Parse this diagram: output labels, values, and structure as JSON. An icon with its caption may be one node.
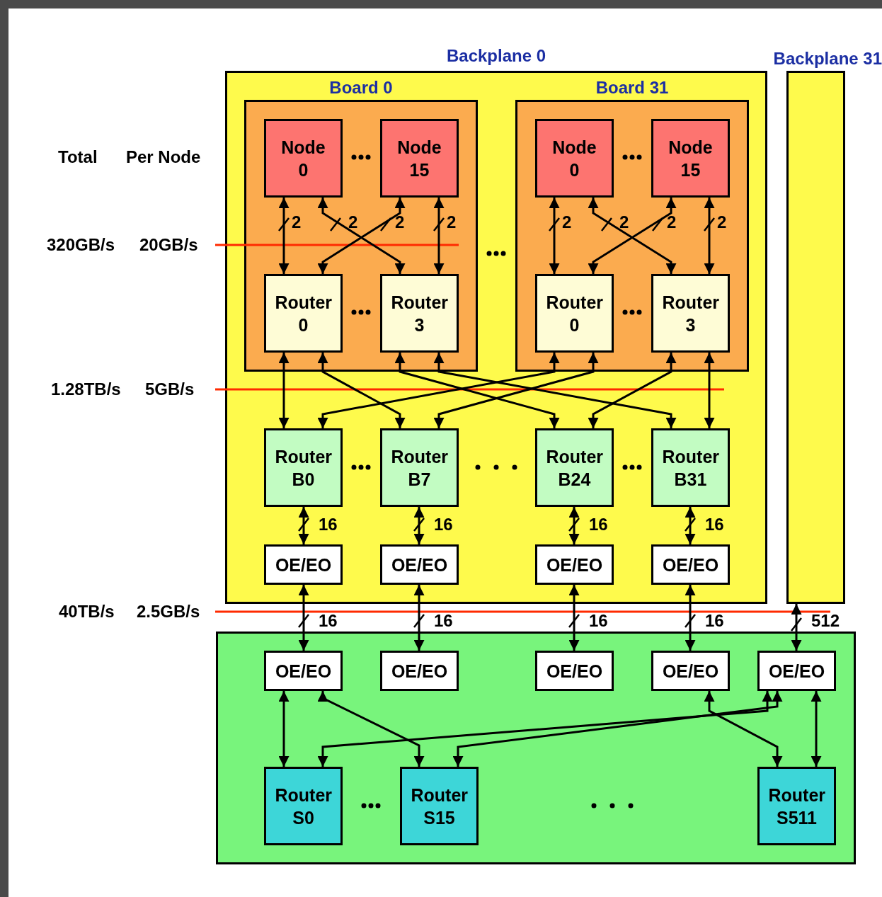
{
  "diagram": {
    "nodes": [
      {
        "text": [
          "Backplane 0"
        ]
      },
      {
        "text": [
          "Board 0"
        ],
        "in": 0
      },
      {
        "text": [
          "Node 0"
        ],
        "in": 1
      },
      {
        "text": [
          "Node 15"
        ],
        "in": 1
      },
      {
        "text": [
          "Router 0"
        ],
        "in": 1
      },
      {
        "text": [
          "Router 3"
        ],
        "in": 1
      },
      {
        "text": [
          "Board 31"
        ],
        "in": 0
      },
      {
        "text": [
          "Node 0"
        ],
        "in": 6
      },
      {
        "text": [
          "Node 15"
        ],
        "in": 6
      },
      {
        "text": [
          "Router 0"
        ],
        "in": 6
      },
      {
        "text": [
          "Router 3"
        ],
        "in": 6
      },
      {
        "text": [
          "Router B0"
        ],
        "in": 0
      },
      {
        "text": [
          "Router B7"
        ],
        "in": 0
      },
      {
        "text": [
          "Router B24"
        ],
        "in": 0
      },
      {
        "text": [
          "Router B31"
        ],
        "in": 0
      },
      {
        "text": [
          "OE/EO"
        ],
        "in": 0
      },
      {
        "text": [
          "OE/EO"
        ],
        "in": 0
      },
      {
        "text": [
          "OE/EO"
        ],
        "in": 0
      },
      {
        "text": [
          "OE/EO"
        ],
        "in": 0
      },
      {
        "text": [
          "Backplane 31"
        ]
      },
      {
        "text": [],
        "shape": "box"
      },
      {
        "text": [
          "OE/EO"
        ],
        "in": 20
      },
      {
        "text": [
          "OE/EO"
        ],
        "in": 20
      },
      {
        "text": [
          "OE/EO"
        ],
        "in": 20
      },
      {
        "text": [
          "OE/EO"
        ],
        "in": 20
      },
      {
        "text": [
          "OE/EO"
        ],
        "in": 20
      },
      {
        "text": [
          "Router S0"
        ],
        "in": 20
      },
      {
        "text": [
          "Router S15"
        ],
        "in": 20
      },
      {
        "text": [
          "Router S511"
        ],
        "in": 20
      }
    ],
    "edges": [
      {
        "from": 2,
        "to": 4,
        "arrow": "both",
        "label": "2"
      },
      {
        "from": 2,
        "to": 5,
        "arrow": "both",
        "label": "2"
      },
      {
        "from": 3,
        "to": 4,
        "arrow": "both",
        "label": "2"
      },
      {
        "from": 3,
        "to": 5,
        "arrow": "both",
        "label": "2"
      },
      {
        "from": 7,
        "to": 9,
        "arrow": "both",
        "label": "2"
      },
      {
        "from": 7,
        "to": 10,
        "arrow": "both",
        "label": "2"
      },
      {
        "from": 8,
        "to": 9,
        "arrow": "both",
        "label": "2"
      },
      {
        "from": 8,
        "to": 10,
        "arrow": "both",
        "label": "2"
      },
      {
        "from": 4,
        "to": 11,
        "arrow": "both"
      },
      {
        "from": 4,
        "to": 12,
        "arrow": "both"
      },
      {
        "from": 5,
        "to": 13,
        "arrow": "both"
      },
      {
        "from": 5,
        "to": 14,
        "arrow": "both"
      },
      {
        "from": 9,
        "to": 11,
        "arrow": "both"
      },
      {
        "from": 9,
        "to": 12,
        "arrow": "both"
      },
      {
        "from": 10,
        "to": 13,
        "arrow": "both"
      },
      {
        "from": 10,
        "to": 14,
        "arrow": "both"
      },
      {
        "from": 11,
        "to": 15,
        "arrow": "both",
        "label": "16"
      },
      {
        "from": 12,
        "to": 16,
        "arrow": "both",
        "label": "16"
      },
      {
        "from": 13,
        "to": 17,
        "arrow": "both",
        "label": "16"
      },
      {
        "from": 14,
        "to": 18,
        "arrow": "both",
        "label": "16"
      },
      {
        "from": 15,
        "to": 21,
        "arrow": "both",
        "label": "16"
      },
      {
        "from": 16,
        "to": 22,
        "arrow": "both",
        "label": "16"
      },
      {
        "from": 17,
        "to": 23,
        "arrow": "both",
        "label": "16"
      },
      {
        "from": 18,
        "to": 24,
        "arrow": "both",
        "label": "16"
      },
      {
        "from": 19,
        "to": 25,
        "arrow": "both",
        "label": "512"
      },
      {
        "from": 21,
        "to": 26,
        "arrow": "both"
      },
      {
        "from": 21,
        "to": 27,
        "arrow": "both"
      },
      {
        "from": 25,
        "to": 26,
        "arrow": "both"
      },
      {
        "from": 25,
        "to": 27,
        "arrow": "both"
      },
      {
        "from": 24,
        "to": 28,
        "arrow": "both"
      },
      {
        "from": 25,
        "to": 28,
        "arrow": "both"
      }
    ],
    "labels": [
      "Total",
      "Per Node",
      "320GB/s",
      "20GB/s",
      "1.28TB/s",
      "5GB/s",
      "40TB/s",
      "2.5GB/s"
    ]
  }
}
